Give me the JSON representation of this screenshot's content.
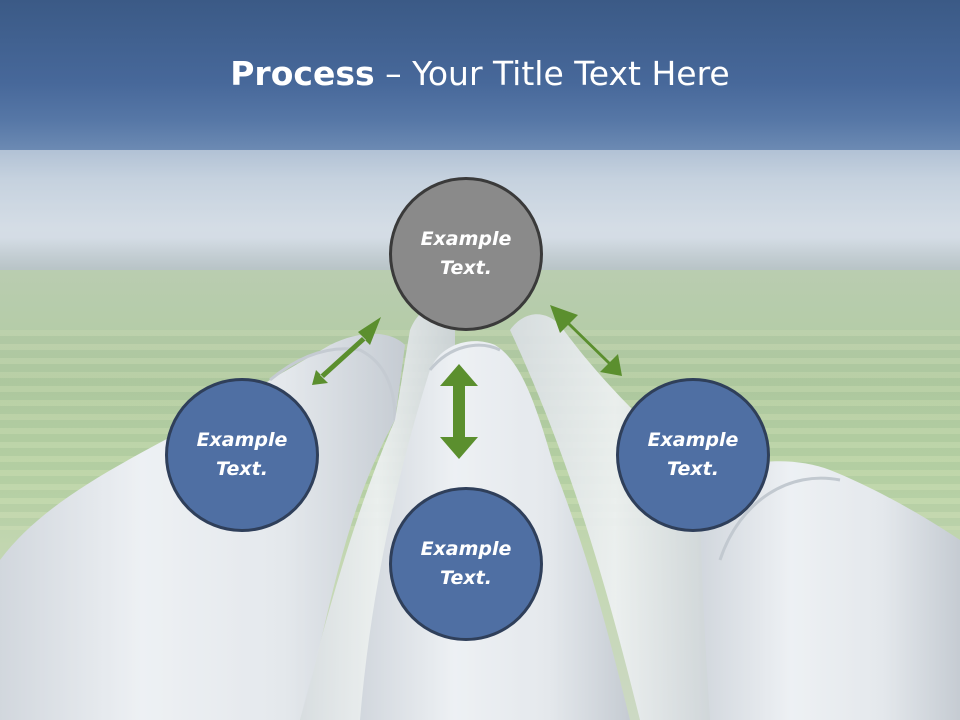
{
  "slide": {
    "title_bold": "Process",
    "title_rest": " – Your Title Text Here"
  },
  "nodes": {
    "top": {
      "line1": "Example",
      "line2": "Text."
    },
    "left": {
      "line1": "Example",
      "line2": "Text."
    },
    "bottom": {
      "line1": "Example",
      "line2": "Text."
    },
    "right": {
      "line1": "Example",
      "line2": "Text."
    }
  },
  "colors": {
    "title_band": "#47689a",
    "node_blue": "#4f6fa3",
    "node_gray": "#8a8a8a",
    "arrow_green": "#5b8f2e",
    "pipe": "#e4e8ec"
  },
  "icons": {
    "arrows": "double-headed-arrow-icon"
  }
}
